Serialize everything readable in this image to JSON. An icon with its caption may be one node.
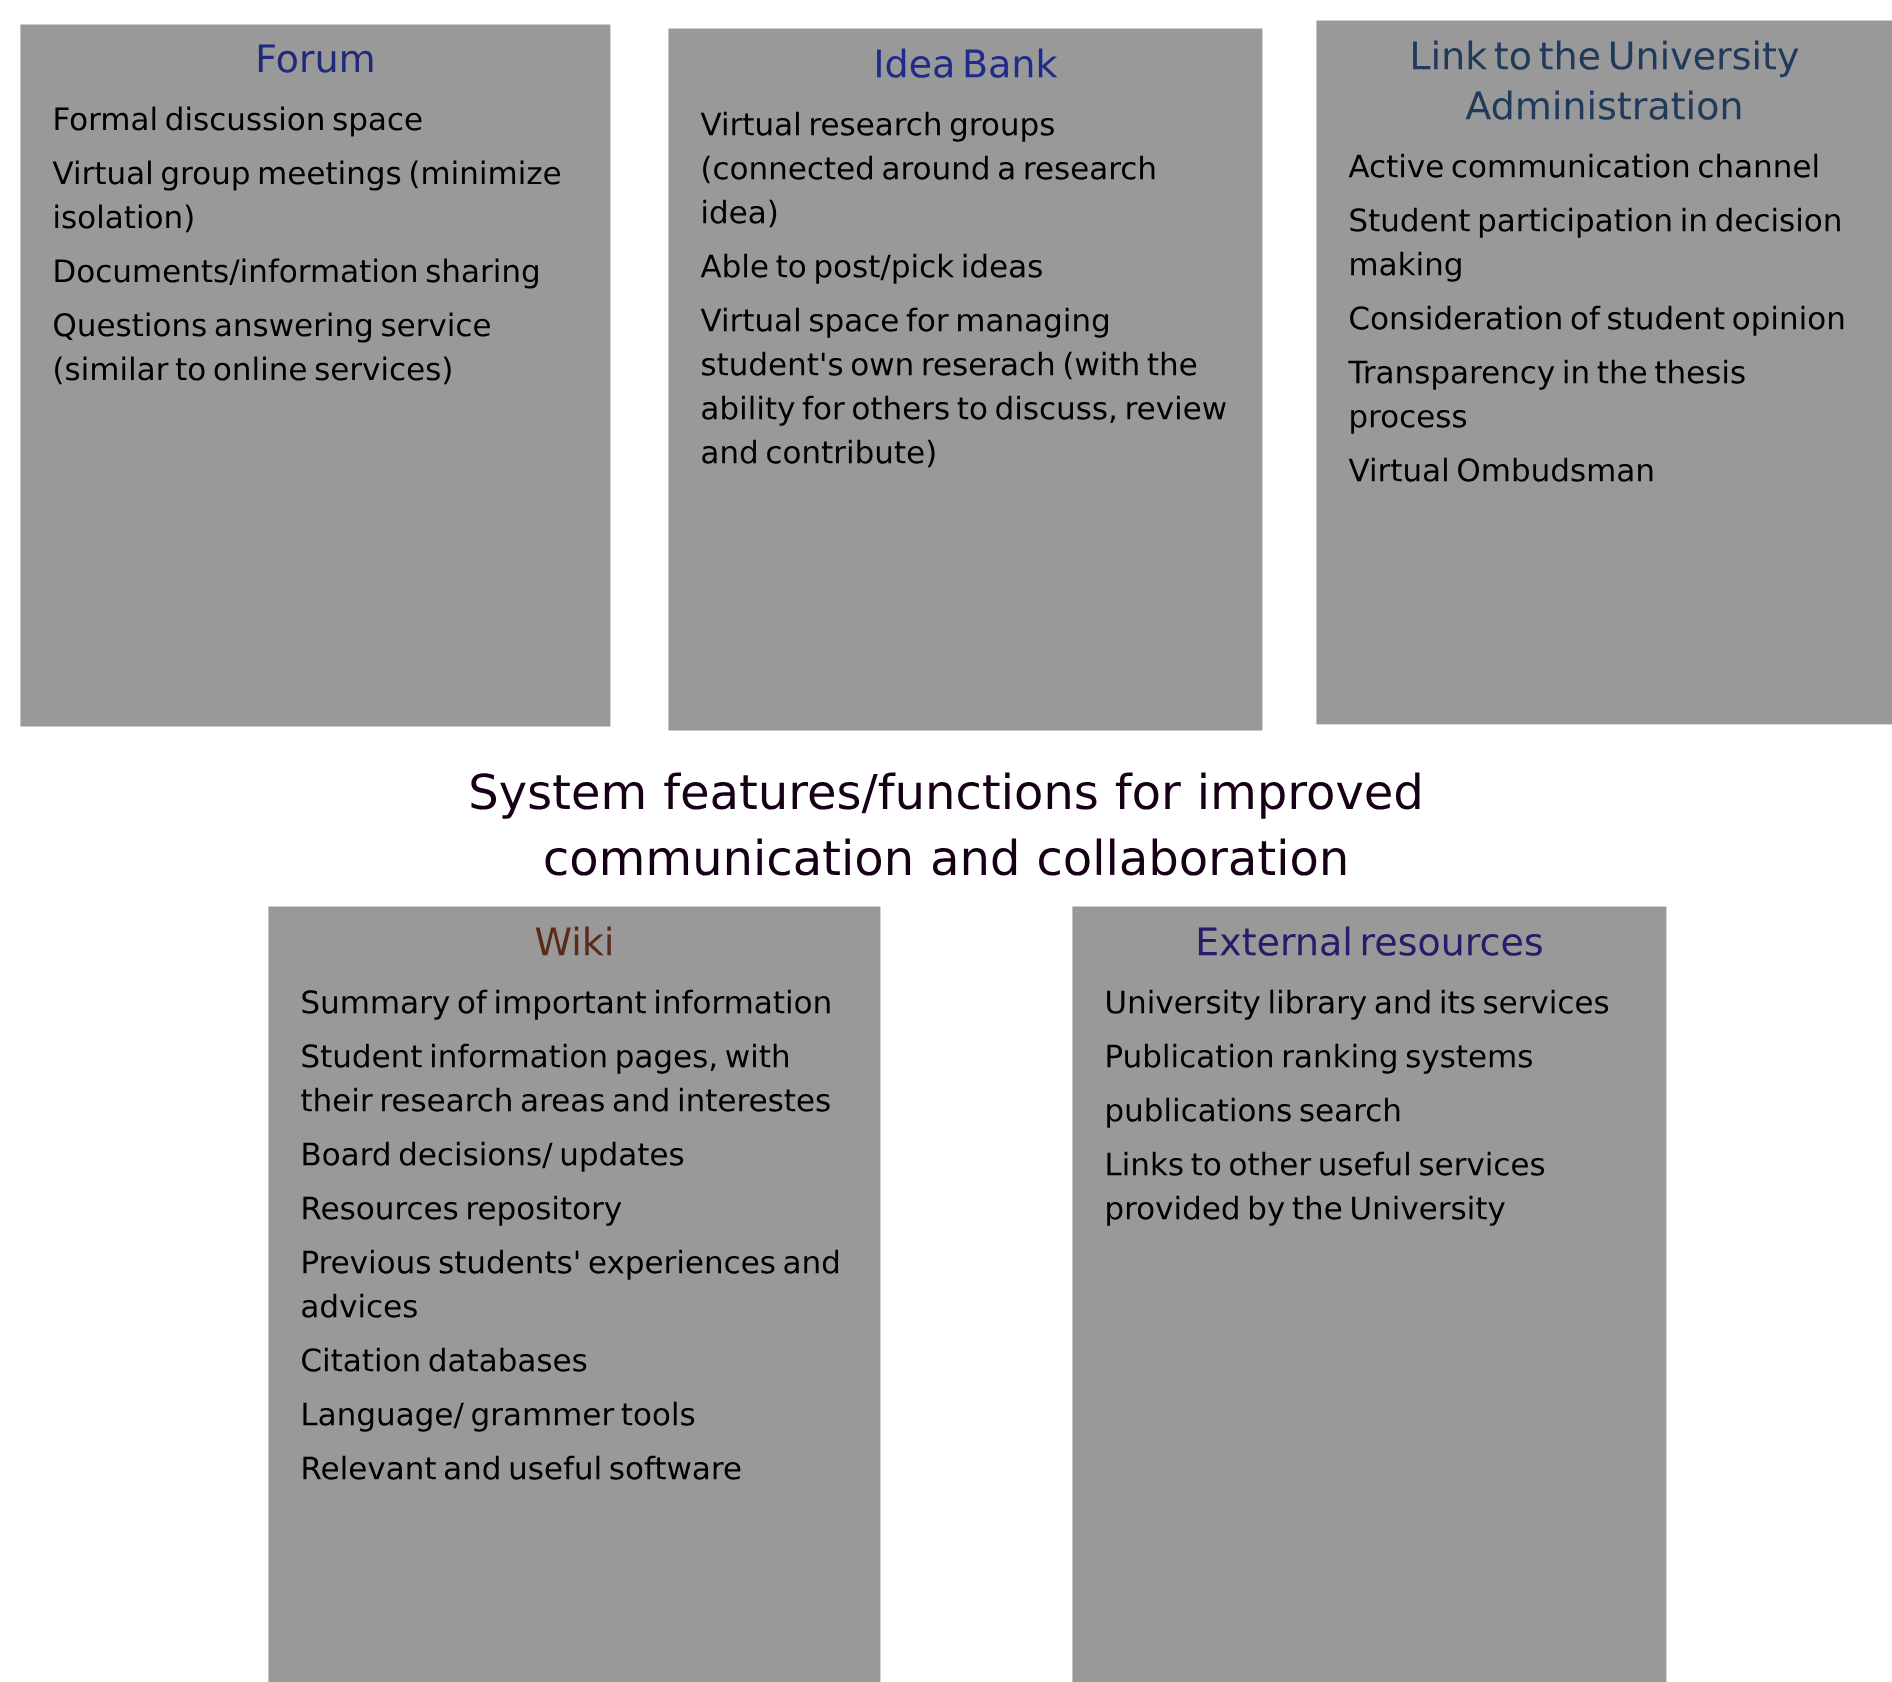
{
  "diagram": {
    "title": "System features/functions for improved communication and collaboration",
    "nodes": [
      {
        "text": [
          "Forum",
          "Formal discussion space",
          "Virtual group meetings (minimize isolation)",
          "Documents/information sharing",
          "Questions answering service (similar to online services)"
        ]
      },
      {
        "text": [
          "Idea Bank",
          "Virtual research groups (connected around a research idea)",
          "Able to post/pick ideas",
          "Virtual space for managing student's own reserach (with the ability for others to discuss, review and contribute)"
        ]
      },
      {
        "text": [
          "Link to the University Administration",
          "Active communication channel",
          "Student participation in decision making",
          "Consideration of student opinion",
          "Transparency in the thesis process",
          "Virtual Ombudsman"
        ]
      },
      {
        "text": [
          "Wiki",
          "Summary of important information",
          "Student information pages, with their research areas and interestes",
          "Board decisions/ updates",
          "Resources repository",
          "Previous students' experiences and advices",
          "Citation databases",
          "Language/ grammer tools",
          "Relevant and useful software"
        ]
      },
      {
        "text": [
          "External resources",
          "University library and its services",
          "Publication ranking systems",
          "publications search",
          "Links to other useful services provided by the University"
        ]
      }
    ]
  }
}
